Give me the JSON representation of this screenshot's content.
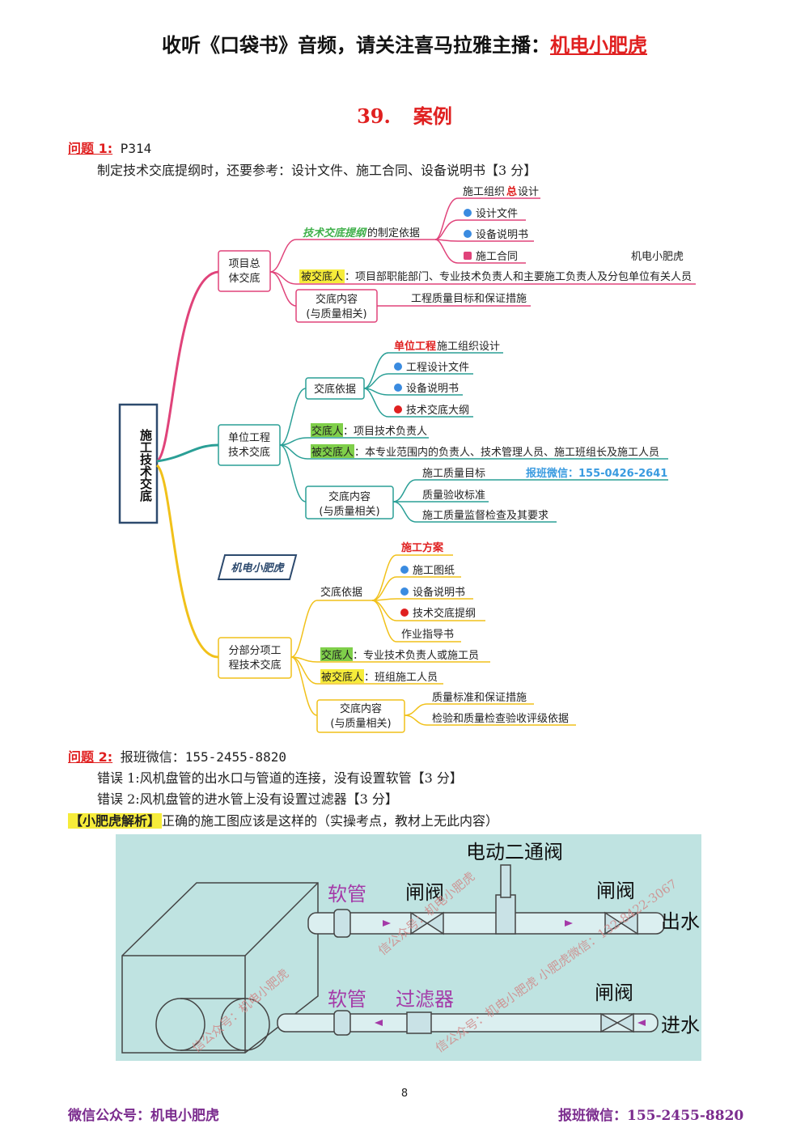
{
  "header": {
    "prefix": "收听《口袋书》音频，请关注喜马拉雅主播：",
    "host": "机电小肥虎"
  },
  "title": {
    "number": "39.",
    "text": "案例"
  },
  "q1": {
    "label": "问题 1:",
    "ref": "P314",
    "answer": "制定技术交底提纲时，还要参考：设计文件、施工合同、设备说明书【3 分】"
  },
  "mindmap": {
    "root": "施工技术交底",
    "watermark1": "机电小肥虎",
    "badge": "机电小肥虎",
    "contact": "报班微信：155-0426-2641",
    "branch1": {
      "title1": "项目总",
      "title2": "体交底",
      "basis_label_a": "技术交底提纲",
      "basis_label_b": "的制定依据",
      "basis_items": [
        "施工组织",
        "总",
        "设计",
        "设计文件",
        "设备说明书",
        "施工合同"
      ],
      "recv_tag": "被交底人",
      "recv_text": "：项目部职能部门、专业技术负责人和主要施工负责人及分包单位有关人员",
      "content1": "交底内容",
      "content2": "(与质量相关)",
      "content_item": "工程质量目标和保证措施"
    },
    "branch2": {
      "title1": "单位工程",
      "title2": "技术交底",
      "basis": "交底依据",
      "basis_items": [
        "单位工程",
        "施工组织设计",
        "工程设计文件",
        "设备说明书",
        "技术交底大纲"
      ],
      "giver_tag": "交底人",
      "giver_text": "：项目技术负责人",
      "recv_tag": "被交底人",
      "recv_text": "：本专业范围内的负责人、技术管理人员、施工班组长及施工人员",
      "content1": "交底内容",
      "content2": "(与质量相关)",
      "content_items": [
        "施工质量目标",
        "质量验收标准",
        "施工质量监督检查及其要求"
      ]
    },
    "branch3": {
      "title1": "分部分项工",
      "title2": "程技术交底",
      "basis": "交底依据",
      "basis_items": [
        "施工方案",
        "施工图纸",
        "设备说明书",
        "技术交底提纲",
        "作业指导书"
      ],
      "giver_tag": "交底人",
      "giver_text": "：专业技术负责人或施工员",
      "recv_tag": "被交底人",
      "recv_text": "：班组施工人员",
      "content1": "交底内容",
      "content2": "(与质量相关)",
      "content_items": [
        "质量标准和保证措施",
        "检验和质量检查验收评级依据"
      ]
    }
  },
  "q2": {
    "label": "问题 2:",
    "ref": "报班微信：155-2455-8820",
    "err1": "错误 1:风机盘管的出水口与管道的连接，没有设置软管【3 分】",
    "err2": "错误 2:风机盘管的进水管上没有设置过滤器【3 分】",
    "analysis_tag": "【小肥虎解析】",
    "analysis_text": "正确的施工图应该是这样的（实操考点，教材上无此内容）"
  },
  "diagram": {
    "valve_title": "电动二通阀",
    "soft1": "软管",
    "gate1": "闸阀",
    "gate2": "闸阀",
    "out": "出水",
    "soft2": "软管",
    "filter": "过滤器",
    "gate3": "闸阀",
    "in": "进水",
    "wm1": "信公众号：机电小肥虎",
    "wm2": "信公众号：机电小肥虎   小肥虎微信：132-8422-3067",
    "wm3": "信公众号：机电小肥虎"
  },
  "page_number": "8",
  "footer": {
    "left": "微信公众号：机电小肥虎",
    "right": "报班微信：155-2455-8820"
  }
}
